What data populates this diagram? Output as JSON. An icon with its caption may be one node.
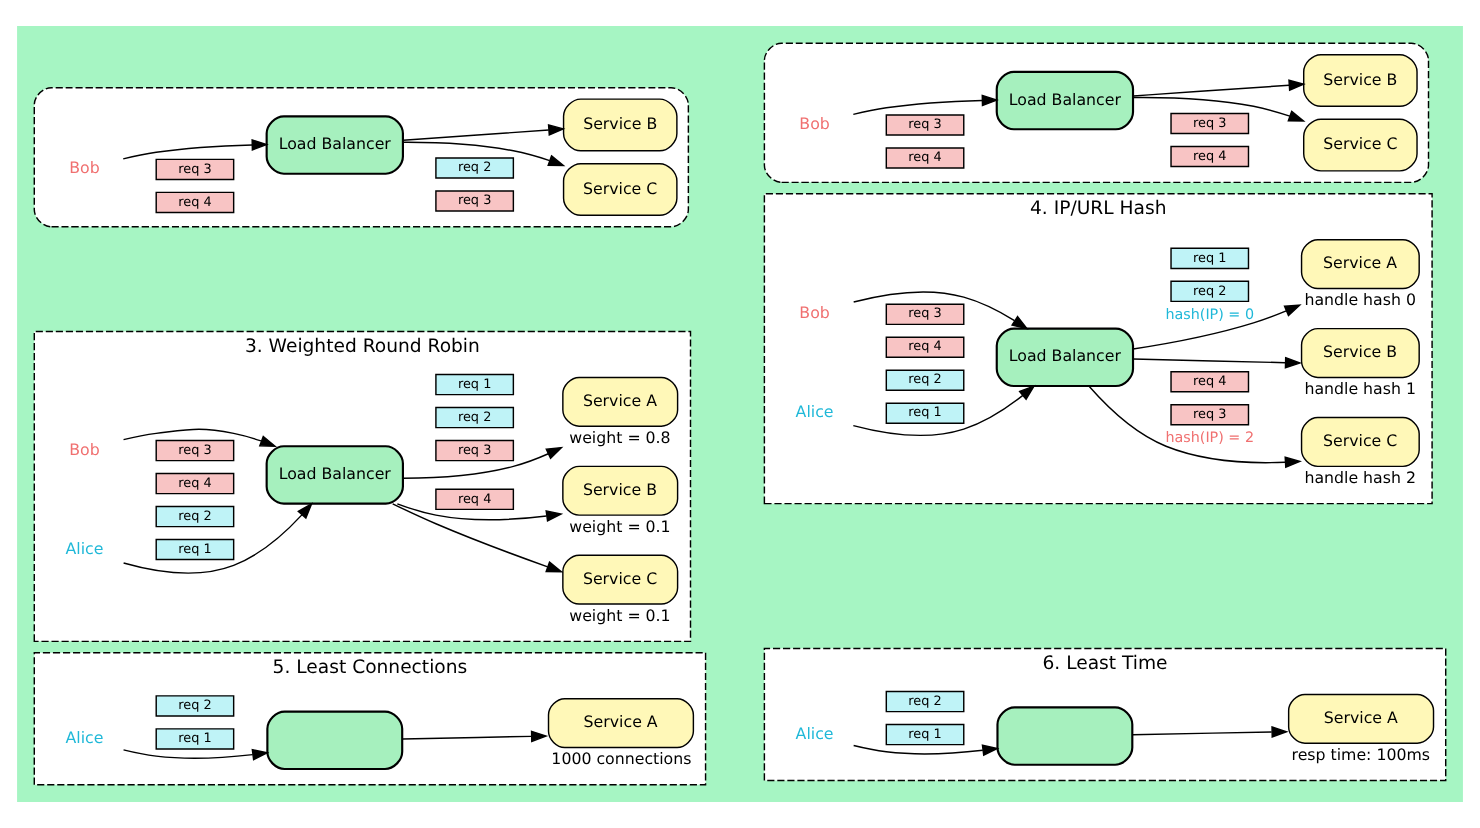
{
  "diagram": {
    "nodes": [
      {
        "text": [],
        "shape": "box"
      },
      {
        "text": [
          "Load Balancer"
        ],
        "in": 0
      },
      {
        "text": [
          "Service B"
        ],
        "in": 0
      },
      {
        "text": [
          "Service C"
        ],
        "in": 0
      },
      {
        "text": [
          "Bob"
        ],
        "in": 0
      },
      {
        "text": [
          "req 2"
        ],
        "in": 0
      },
      {
        "text": [
          "req 3"
        ],
        "in": 0
      },
      {
        "text": [
          "req 4"
        ],
        "in": 0
      },
      {
        "text": [
          "req 3"
        ],
        "in": 0
      },
      {
        "text": [],
        "shape": "box"
      },
      {
        "text": [
          "Load Balancer"
        ],
        "in": 9
      },
      {
        "text": [
          "Service B"
        ],
        "in": 9
      },
      {
        "text": [
          "Service C"
        ],
        "in": 9
      },
      {
        "text": [
          "Bob"
        ],
        "in": 9
      },
      {
        "text": [
          "req 3"
        ],
        "in": 9
      },
      {
        "text": [
          "req 4"
        ],
        "in": 9
      },
      {
        "text": [
          "req 3"
        ],
        "in": 9
      },
      {
        "text": [
          "req 4"
        ],
        "in": 9
      },
      {
        "text": [
          "3. Weighted Round Robin"
        ]
      },
      {
        "text": [
          "Alice"
        ],
        "in": 18
      },
      {
        "text": [
          "req 2"
        ],
        "in": 18
      },
      {
        "text": [
          "req 1"
        ],
        "in": 18
      },
      {
        "text": [
          "Load Balancer"
        ],
        "in": 18
      },
      {
        "text": [
          "req 1"
        ],
        "in": 18
      },
      {
        "text": [
          "req 2"
        ],
        "in": 18
      },
      {
        "text": [
          "req 3"
        ],
        "in": 18
      },
      {
        "text": [
          "Service A"
        ],
        "in": 18,
        "beside": [
          "weight = 0.8"
        ]
      },
      {
        "text": [
          "req 4"
        ],
        "in": 18
      },
      {
        "text": [
          "Service B"
        ],
        "in": 18,
        "beside": [
          "weight = 0.1"
        ]
      },
      {
        "text": [
          "req 3"
        ],
        "in": 18
      },
      {
        "text": [
          "req 4"
        ],
        "in": 18
      },
      {
        "text": [
          "Service C"
        ],
        "in": 18,
        "beside": [
          "weight = 0.1"
        ]
      },
      {
        "text": [
          "Bob"
        ],
        "in": 18
      },
      {
        "text": [
          "4. IP/URL Hash"
        ]
      },
      {
        "text": [
          "Alice"
        ],
        "in": 33
      },
      {
        "text": [
          "req 2"
        ],
        "in": 33
      },
      {
        "text": [
          "req 1"
        ],
        "in": 33
      },
      {
        "text": [
          "Load Balancer"
        ],
        "in": 33
      },
      {
        "text": [
          "req 1"
        ],
        "in": 33
      },
      {
        "text": [
          "req 2"
        ],
        "in": 33
      },
      {
        "text": [
          "Service A"
        ],
        "in": 33,
        "beside": [
          "handle hash 0"
        ]
      },
      {
        "text": [
          "Service B"
        ],
        "in": 33,
        "beside": [
          "handle hash 1"
        ]
      },
      {
        "text": [
          "req 4"
        ],
        "in": 33
      },
      {
        "text": [
          "req 3"
        ],
        "in": 33
      },
      {
        "text": [
          "Service C"
        ],
        "in": 33,
        "beside": [
          "handle hash 2"
        ]
      },
      {
        "text": [
          "req 3"
        ],
        "in": 33
      },
      {
        "text": [
          "req 4"
        ],
        "in": 33
      },
      {
        "text": [
          "Bob"
        ],
        "in": 33
      },
      {
        "text": [
          "5. Least Connections"
        ]
      },
      {
        "text": [
          "Alice"
        ],
        "in": 48
      },
      {
        "text": [
          "req 2"
        ],
        "in": 48
      },
      {
        "text": [
          "req 1"
        ],
        "in": 48
      },
      {
        "text": [],
        "shape": "box",
        "in": 48
      },
      {
        "text": [
          "Service A"
        ],
        "in": 48,
        "beside": [
          "1000 connections"
        ]
      },
      {
        "text": [
          "6. Least Time"
        ]
      },
      {
        "text": [
          "Alice"
        ],
        "in": 54
      },
      {
        "text": [
          "req 2"
        ],
        "in": 54
      },
      {
        "text": [
          "req 1"
        ],
        "in": 54
      },
      {
        "text": [],
        "shape": "box",
        "in": 54
      },
      {
        "text": [
          "Service A"
        ],
        "in": 54,
        "beside": [
          "resp time: 100ms"
        ]
      }
    ],
    "edges": [
      {
        "from": 4,
        "to": 1,
        "arrow": "to"
      },
      {
        "from": 1,
        "to": 2,
        "arrow": "to"
      },
      {
        "from": 1,
        "to": 3,
        "arrow": "to"
      },
      {
        "from": 13,
        "to": 10,
        "arrow": "to"
      },
      {
        "from": 10,
        "to": 11,
        "arrow": "to"
      },
      {
        "from": 10,
        "to": 12,
        "arrow": "to"
      },
      {
        "from": 19,
        "to": 22,
        "arrow": "to"
      },
      {
        "from": 32,
        "to": 22,
        "arrow": "to"
      },
      {
        "from": 22,
        "to": 26,
        "arrow": "to"
      },
      {
        "from": 22,
        "to": 28,
        "arrow": "to"
      },
      {
        "from": 22,
        "to": 31,
        "arrow": "to"
      },
      {
        "from": 34,
        "to": 37,
        "arrow": "to"
      },
      {
        "from": 47,
        "to": 37,
        "arrow": "to"
      },
      {
        "from": 37,
        "to": 40,
        "arrow": "to",
        "label": "hash(IP) = 0"
      },
      {
        "from": 37,
        "to": 41,
        "arrow": "to"
      },
      {
        "from": 37,
        "to": 44,
        "arrow": "to",
        "label": "hash(IP) = 2"
      },
      {
        "from": 49,
        "to": 52,
        "arrow": "to"
      },
      {
        "from": 52,
        "to": 53,
        "arrow": "to"
      },
      {
        "from": 55,
        "to": 58,
        "arrow": "to"
      },
      {
        "from": 58,
        "to": 59,
        "arrow": "to"
      }
    ]
  }
}
